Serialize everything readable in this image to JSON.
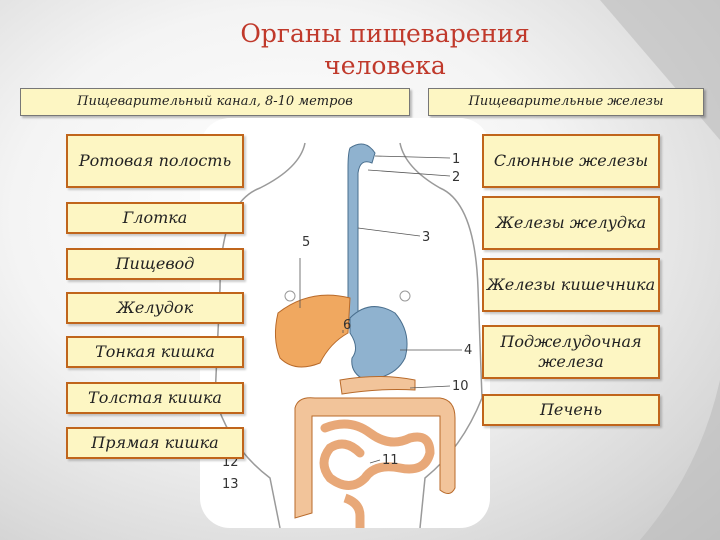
{
  "title": {
    "line1": "Органы пищеварения",
    "line2": "человека"
  },
  "headers": {
    "left": "Пищеварительный канал, 8-10 метров",
    "right": "Пищеварительные железы"
  },
  "canal_organs": [
    "Ротовая полость",
    "Глотка",
    "Пищевод",
    "Желудок",
    "Тонкая кишка",
    "Толстая кишка",
    "Прямая кишка"
  ],
  "glands": [
    "Слюнные железы",
    "Железы желудка",
    "Железы кишечника",
    "Поджелудочная железа",
    "Печень"
  ],
  "figure_labels": [
    "1",
    "2",
    "3",
    "4",
    "5",
    "6",
    "10",
    "11",
    "12",
    "13"
  ],
  "colors": {
    "title": "#c0392b",
    "box_fill": "#fdf6c3",
    "box_border": "#c0651b",
    "liver": "#f0a860",
    "intestine": "#f2c49a",
    "stomach": "#8fb2cf"
  }
}
